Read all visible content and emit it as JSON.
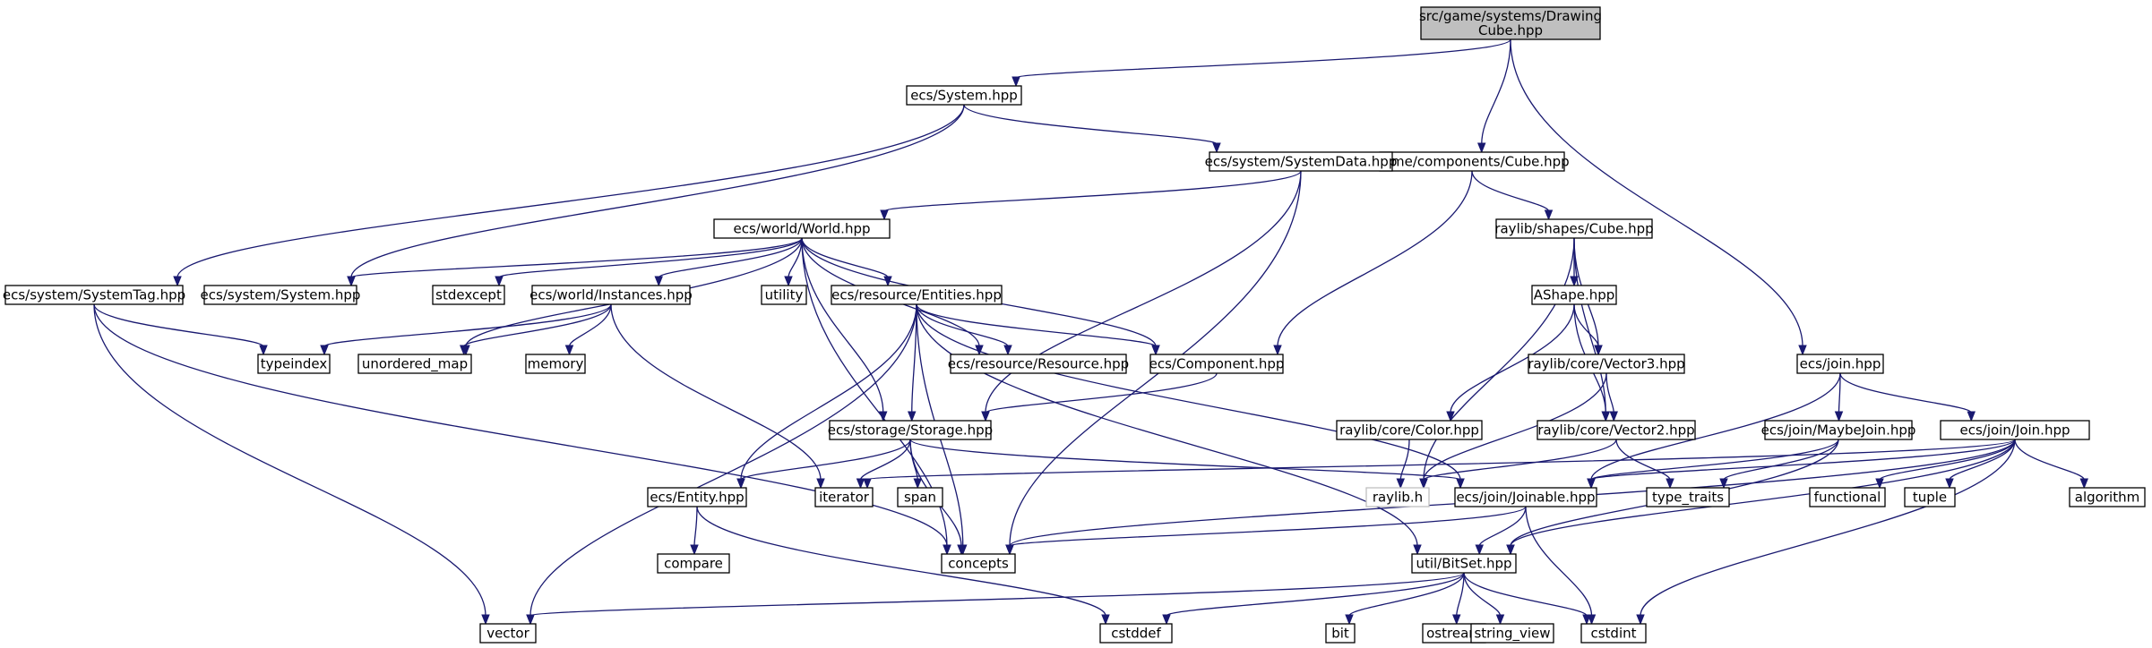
{
  "diagram": {
    "title": "",
    "colors": {
      "edge": "#191970",
      "node_border": "#000000",
      "node_fill": "#ffffff",
      "root_fill": "#bfbfbf",
      "external_border": "#bfbfbf"
    },
    "nodes": [
      {
        "id": "root",
        "lines": [
          "src/game/systems/Drawing",
          "Cube.hpp"
        ],
        "kind": "root"
      },
      {
        "id": "system",
        "lines": [
          "ecs/System.hpp"
        ]
      },
      {
        "id": "gamecube",
        "lines": [
          "game/components/Cube.hpp"
        ]
      },
      {
        "id": "join",
        "lines": [
          "ecs/join.hpp"
        ]
      },
      {
        "id": "sysdata",
        "lines": [
          "ecs/system/SystemData.hpp"
        ]
      },
      {
        "id": "world",
        "lines": [
          "ecs/world/World.hpp"
        ]
      },
      {
        "id": "rlcube",
        "lines": [
          "raylib/shapes/Cube.hpp"
        ]
      },
      {
        "id": "systag",
        "lines": [
          "ecs/system/SystemTag.hpp"
        ]
      },
      {
        "id": "syssys",
        "lines": [
          "ecs/system/System.hpp"
        ]
      },
      {
        "id": "stdexcept",
        "lines": [
          "stdexcept"
        ]
      },
      {
        "id": "instances",
        "lines": [
          "ecs/world/Instances.hpp"
        ]
      },
      {
        "id": "utility",
        "lines": [
          "utility"
        ]
      },
      {
        "id": "entities",
        "lines": [
          "ecs/resource/Entities.hpp"
        ]
      },
      {
        "id": "ashape",
        "lines": [
          "AShape.hpp"
        ]
      },
      {
        "id": "typeindex",
        "lines": [
          "typeindex"
        ]
      },
      {
        "id": "umap",
        "lines": [
          "unordered_map"
        ]
      },
      {
        "id": "memory",
        "lines": [
          "memory"
        ]
      },
      {
        "id": "resource",
        "lines": [
          "ecs/resource/Resource.hpp"
        ]
      },
      {
        "id": "component",
        "lines": [
          "ecs/Component.hpp"
        ]
      },
      {
        "id": "vec3",
        "lines": [
          "raylib/core/Vector3.hpp"
        ]
      },
      {
        "id": "color",
        "lines": [
          "raylib/core/Color.hpp"
        ]
      },
      {
        "id": "storage",
        "lines": [
          "ecs/storage/Storage.hpp"
        ]
      },
      {
        "id": "vec2",
        "lines": [
          "raylib/core/Vector2.hpp"
        ]
      },
      {
        "id": "maybejoin",
        "lines": [
          "ecs/join/MaybeJoin.hpp"
        ]
      },
      {
        "id": "joinjoin",
        "lines": [
          "ecs/join/Join.hpp"
        ]
      },
      {
        "id": "entity",
        "lines": [
          "ecs/Entity.hpp"
        ]
      },
      {
        "id": "iterator",
        "lines": [
          "iterator"
        ]
      },
      {
        "id": "span",
        "lines": [
          "span"
        ]
      },
      {
        "id": "raylibh",
        "lines": [
          "raylib.h"
        ],
        "kind": "external"
      },
      {
        "id": "joinable",
        "lines": [
          "ecs/join/Joinable.hpp"
        ]
      },
      {
        "id": "typetraits",
        "lines": [
          "type_traits"
        ]
      },
      {
        "id": "functional",
        "lines": [
          "functional"
        ]
      },
      {
        "id": "tuple",
        "lines": [
          "tuple"
        ]
      },
      {
        "id": "algorithm",
        "lines": [
          "algorithm"
        ]
      },
      {
        "id": "compare",
        "lines": [
          "compare"
        ]
      },
      {
        "id": "concepts",
        "lines": [
          "concepts"
        ]
      },
      {
        "id": "bitset",
        "lines": [
          "util/BitSet.hpp"
        ]
      },
      {
        "id": "vector",
        "lines": [
          "vector"
        ]
      },
      {
        "id": "cstddef",
        "lines": [
          "cstddef"
        ]
      },
      {
        "id": "bit",
        "lines": [
          "bit"
        ]
      },
      {
        "id": "ostream",
        "lines": [
          "ostream"
        ]
      },
      {
        "id": "stringview",
        "lines": [
          "string_view"
        ]
      },
      {
        "id": "cstdint",
        "lines": [
          "cstdint"
        ]
      }
    ],
    "edges": [
      [
        "root",
        "system"
      ],
      [
        "root",
        "gamecube"
      ],
      [
        "root",
        "join"
      ],
      [
        "system",
        "systag"
      ],
      [
        "system",
        "syssys"
      ],
      [
        "system",
        "sysdata"
      ],
      [
        "sysdata",
        "world"
      ],
      [
        "sysdata",
        "storage"
      ],
      [
        "sysdata",
        "concepts"
      ],
      [
        "gamecube",
        "component"
      ],
      [
        "gamecube",
        "rlcube"
      ],
      [
        "world",
        "syssys"
      ],
      [
        "world",
        "stdexcept"
      ],
      [
        "world",
        "instances"
      ],
      [
        "world",
        "utility"
      ],
      [
        "world",
        "entities"
      ],
      [
        "world",
        "umap"
      ],
      [
        "world",
        "resource"
      ],
      [
        "world",
        "component"
      ],
      [
        "world",
        "storage"
      ],
      [
        "world",
        "concepts"
      ],
      [
        "systag",
        "typeindex"
      ],
      [
        "systag",
        "concepts"
      ],
      [
        "systag",
        "vector"
      ],
      [
        "instances",
        "typeindex"
      ],
      [
        "instances",
        "umap"
      ],
      [
        "instances",
        "memory"
      ],
      [
        "instances",
        "iterator"
      ],
      [
        "entities",
        "resource"
      ],
      [
        "entities",
        "component"
      ],
      [
        "entities",
        "storage"
      ],
      [
        "entities",
        "entity"
      ],
      [
        "entities",
        "vector"
      ],
      [
        "entities",
        "concepts"
      ],
      [
        "entities",
        "joinable"
      ],
      [
        "entities",
        "bitset"
      ],
      [
        "component",
        "storage"
      ],
      [
        "storage",
        "entity"
      ],
      [
        "storage",
        "iterator"
      ],
      [
        "storage",
        "span"
      ],
      [
        "storage",
        "concepts"
      ],
      [
        "storage",
        "joinable"
      ],
      [
        "entity",
        "compare"
      ],
      [
        "entity",
        "cstddef"
      ],
      [
        "rlcube",
        "ashape"
      ],
      [
        "rlcube",
        "vec3"
      ],
      [
        "rlcube",
        "vec2"
      ],
      [
        "rlcube",
        "raylibh"
      ],
      [
        "ashape",
        "vec3"
      ],
      [
        "ashape",
        "vec2"
      ],
      [
        "ashape",
        "color"
      ],
      [
        "vec3",
        "vec2"
      ],
      [
        "vec3",
        "raylibh"
      ],
      [
        "color",
        "raylibh"
      ],
      [
        "vec2",
        "typetraits"
      ],
      [
        "vec2",
        "raylibh"
      ],
      [
        "join",
        "maybejoin"
      ],
      [
        "join",
        "joinjoin"
      ],
      [
        "join",
        "joinable"
      ],
      [
        "maybejoin",
        "joinable"
      ],
      [
        "maybejoin",
        "typetraits"
      ],
      [
        "maybejoin",
        "bitset"
      ],
      [
        "joinjoin",
        "joinable"
      ],
      [
        "joinjoin",
        "iterator"
      ],
      [
        "joinjoin",
        "functional"
      ],
      [
        "joinjoin",
        "tuple"
      ],
      [
        "joinjoin",
        "algorithm"
      ],
      [
        "joinjoin",
        "concepts"
      ],
      [
        "joinjoin",
        "bitset"
      ],
      [
        "joinjoin",
        "cstdint"
      ],
      [
        "joinable",
        "concepts"
      ],
      [
        "joinable",
        "bitset"
      ],
      [
        "joinable",
        "cstdint"
      ],
      [
        "bitset",
        "vector"
      ],
      [
        "bitset",
        "cstddef"
      ],
      [
        "bitset",
        "bit"
      ],
      [
        "bitset",
        "ostream"
      ],
      [
        "bitset",
        "stringview"
      ],
      [
        "bitset",
        "cstdint"
      ]
    ]
  }
}
